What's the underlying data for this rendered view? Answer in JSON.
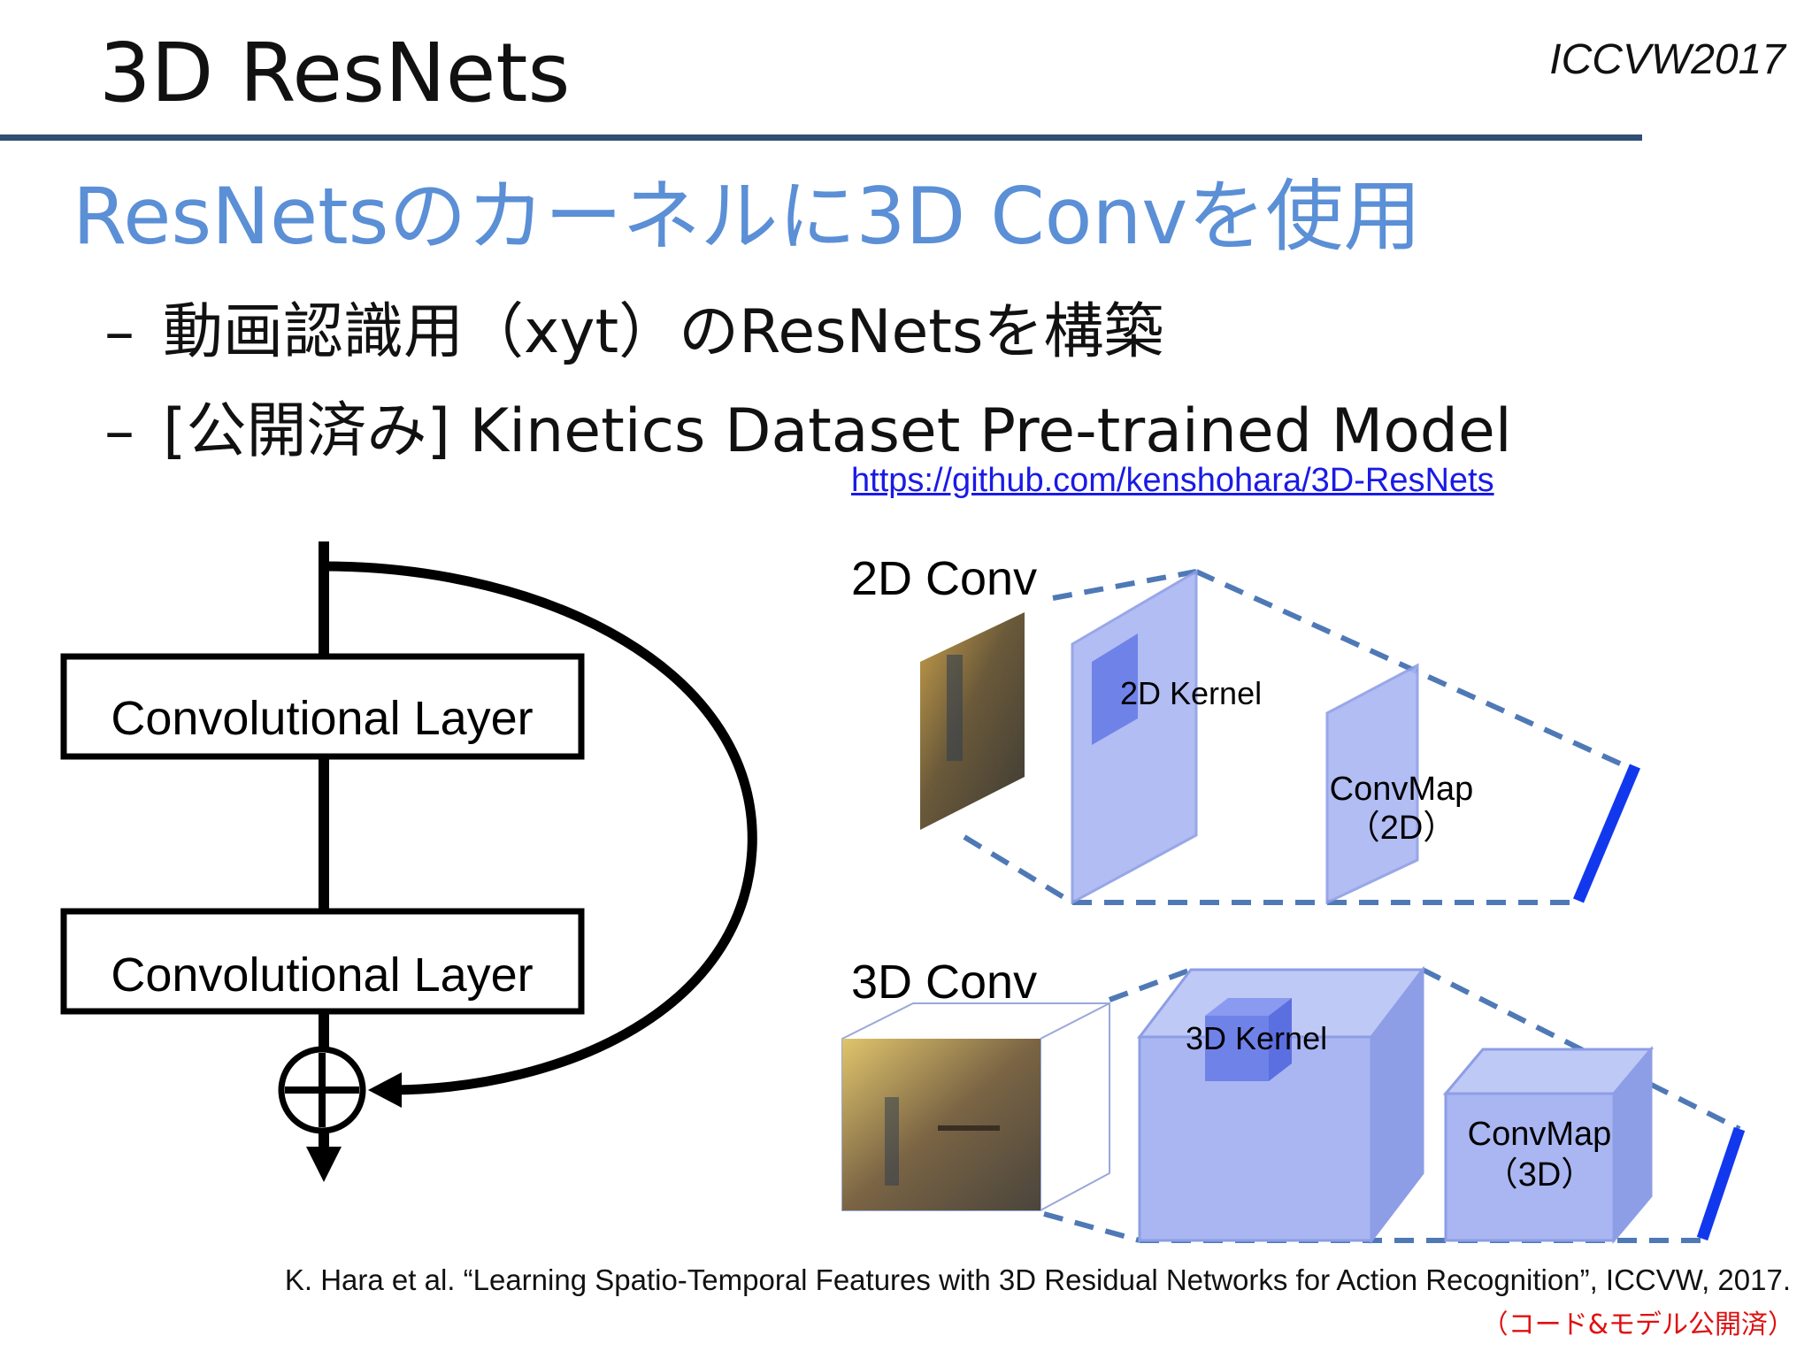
{
  "slide": {
    "title": "3D ResNets",
    "venue": "ICCVW2017",
    "headline": "ResNetsのカーネルに3D Convを使用",
    "bullets": [
      {
        "dash": "–",
        "text": "動画認識用（xyt）のResNetsを構築"
      },
      {
        "dash": "–",
        "text": "[公開済み] Kinetics Dataset Pre-trained Model"
      }
    ],
    "link": "https://github.com/kenshohara/3D-ResNets"
  },
  "residual_block": {
    "layer1": "Convolutional Layer",
    "layer2": "Convolutional Layer"
  },
  "conv2d": {
    "label": "2D Conv",
    "kernel_label": "2D Kernel",
    "map_label_1": "ConvMap",
    "map_label_2": "（2D）"
  },
  "conv3d": {
    "label": "3D Conv",
    "kernel_label": "3D Kernel",
    "map_label_1": "ConvMap",
    "map_label_2": "（3D）"
  },
  "footer": {
    "citation": "K. Hara et al. “Learning Spatio-Temporal Features with 3D Residual Networks for Action Recognition”, ICCVW, 2017.",
    "note": "（コード&モデル公開済）"
  },
  "colors": {
    "headline": "#5b8fd6",
    "rule": "#2f4f73",
    "link": "#1a1ae6",
    "note": "#e01010",
    "featuremap_fill": "#a9b6f2",
    "kernel_fill": "#6f82e8",
    "output_bar": "#1238ee"
  }
}
